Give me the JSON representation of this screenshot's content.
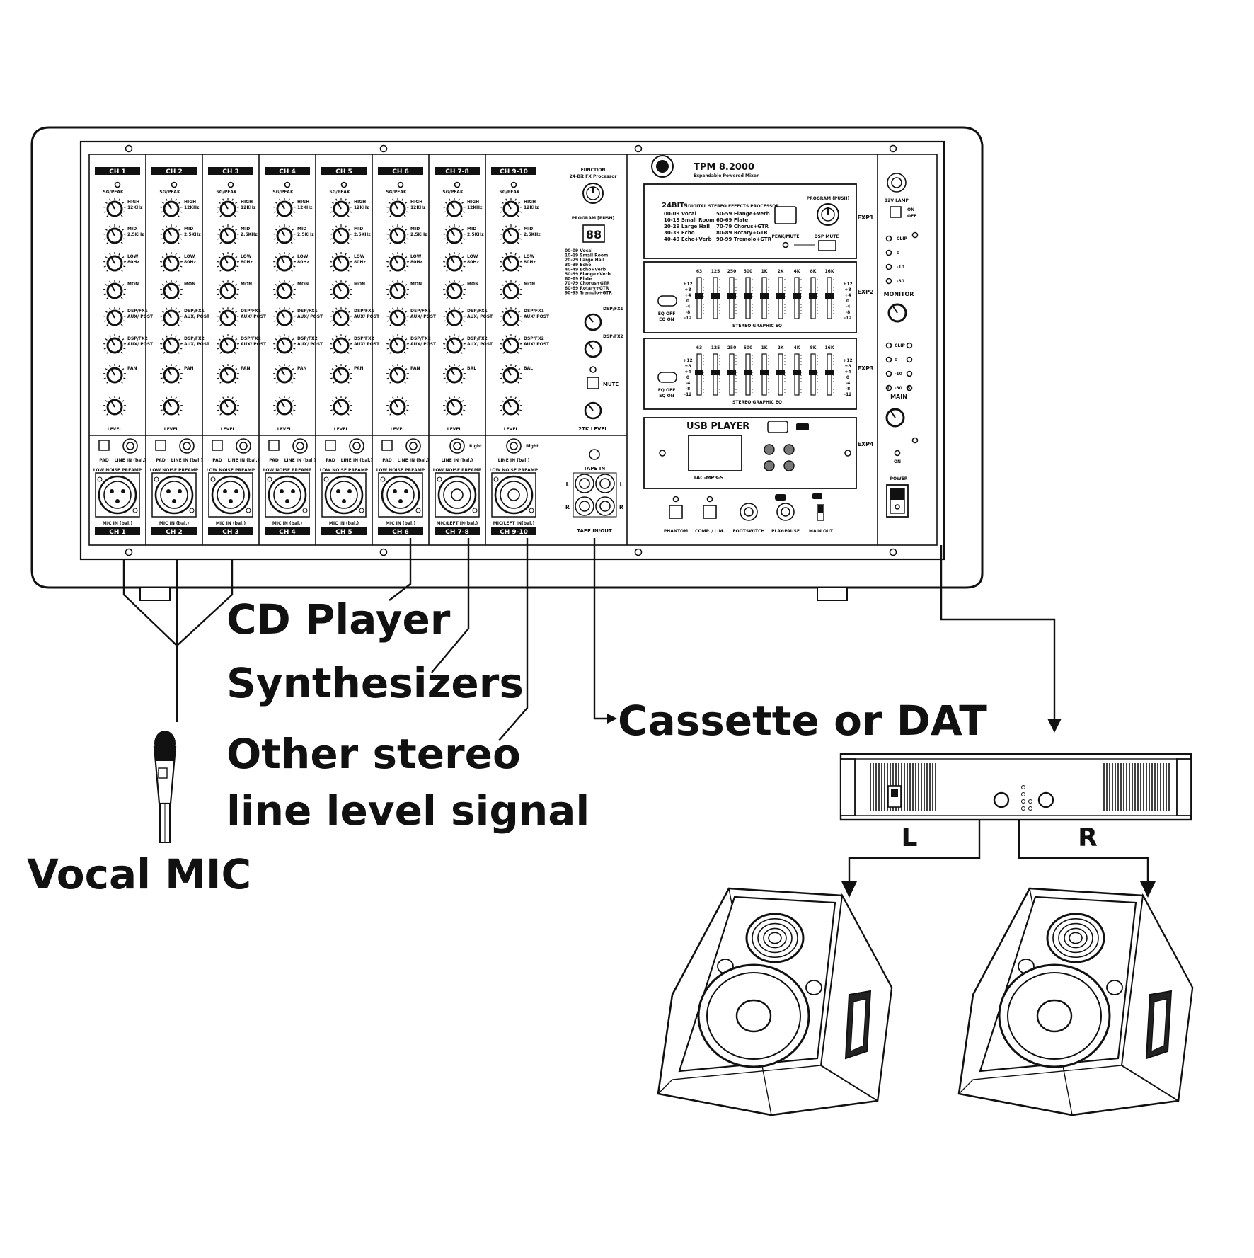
{
  "mixer": {
    "model": "TPM 8.2000",
    "subtitle": "Expandable Powered Mixer",
    "channels": [
      {
        "header": "CH 1",
        "footer": "CH 1",
        "stereo": false
      },
      {
        "header": "CH 2",
        "footer": "CH 2",
        "stereo": false
      },
      {
        "header": "CH 3",
        "footer": "CH 3",
        "stereo": false
      },
      {
        "header": "CH 4",
        "footer": "CH 4",
        "stereo": false
      },
      {
        "header": "CH 5",
        "footer": "CH 5",
        "stereo": false
      },
      {
        "header": "CH 6",
        "footer": "CH 6",
        "stereo": false
      },
      {
        "header": "CH 7-8",
        "footer": "CH 7-8",
        "stereo": true
      },
      {
        "header": "CH 9-10",
        "footer": "CH 9-10",
        "stereo": true
      }
    ],
    "strip_labels": {
      "sig_peak": "SG/PEAK",
      "high": "HIGH",
      "high_freq": "12KHz",
      "mid": "MID",
      "mid_freq": "2.5KHz",
      "low": "LOW",
      "low_freq": "80Hz",
      "mon": "MON",
      "fx1": "DSP/FX1",
      "fx2": "DSP/FX2",
      "aux": "AUX/ POST",
      "pan": "PAN",
      "bal": "BAL",
      "level": "LEVEL",
      "pad": "PAD",
      "line_in": "LINE IN (bal.)",
      "right": "Right",
      "preamp": "LOW NOISE PREAMP",
      "mic_in": "MIC IN (bal.)",
      "mic_left": "MIC/LEFT IN(bal.)"
    },
    "fx_section": {
      "function_label": "FUNCTION",
      "processor_label": "24-Bit FX Processor",
      "program_label": "PROGRAM [PUSH]",
      "display": "88",
      "programs": [
        "00-09 Vocal",
        "10-19 Small Room",
        "20-29 Large Hall",
        "30-39 Echo",
        "40-49 Echo+Verb",
        "50-59 Flange+Verb",
        "60-69 Plate",
        "70-79 Chorus+GTR",
        "80-89 Rotary+GTR",
        "90-99 Tremolo+GTR"
      ],
      "mute_label": "MUTE",
      "level_label": "2TK LEVEL",
      "tape_in": "TAPE IN",
      "tape_out": "TAPE IN/OUT"
    },
    "expansions": {
      "exp1": {
        "tag": "EXP1",
        "brand": "24BITs",
        "desc": "DIGITAL STEREO EFFECTS PROCESSOR",
        "programs_left": [
          "00-09 Vocal",
          "10-19 Small Room",
          "20-29 Large Hall",
          "30-39 Echo",
          "40-49 Echo+Verb"
        ],
        "programs_right": [
          "50-59 Flange+Verb",
          "60-69 Plate",
          "70-79 Chorus+GTR",
          "80-89 Rotary+GTR",
          "90-99 Tremolo+GTR"
        ],
        "program_push": "PROGRAM (PUSH)",
        "peak_mute": "PEAK/MUTE",
        "dsp_mute": "DSP MUTE"
      },
      "exp2": {
        "tag": "EXP2",
        "title": "STEREO GRAPHIC EQ"
      },
      "exp3": {
        "tag": "EXP3",
        "title": "STEREO GRAPHIC EQ"
      },
      "eq_bands": [
        "63",
        "125",
        "250",
        "500",
        "1K",
        "2K",
        "4K",
        "8K",
        "16K"
      ],
      "eq_scale": [
        "+12",
        "+8",
        "+4",
        "0",
        "-4",
        "-8",
        "-12"
      ],
      "eq_switch": [
        "EQ OFF",
        "EQ ON"
      ],
      "exp4": {
        "tag": "EXP4",
        "title": "USB PLAYER",
        "model": "TAC-MP3-S"
      }
    },
    "bottom_controls": [
      "PHANTOM",
      "COMP. / LIM.",
      "FOOTSWITCH",
      "PLAY-PAUSE",
      "MAIN OUT"
    ],
    "master": {
      "lamp": "12V LAMP",
      "on": "ON",
      "off": "OFF",
      "clip": "CLIP",
      "meter": [
        "CLIP",
        "0",
        "-10",
        "-30"
      ],
      "monitor": "MONITOR",
      "main": "MAIN",
      "l": "L",
      "r": "R",
      "power": "POWER"
    }
  },
  "labels": {
    "cd_player": "CD Player",
    "synthesizers": "Synthesizers",
    "other_stereo_1": "Other stereo",
    "other_stereo_2": "line level signal",
    "cassette": "Cassette or DAT",
    "vocal_mic": "Vocal MIC",
    "left": "L",
    "right": "R"
  }
}
